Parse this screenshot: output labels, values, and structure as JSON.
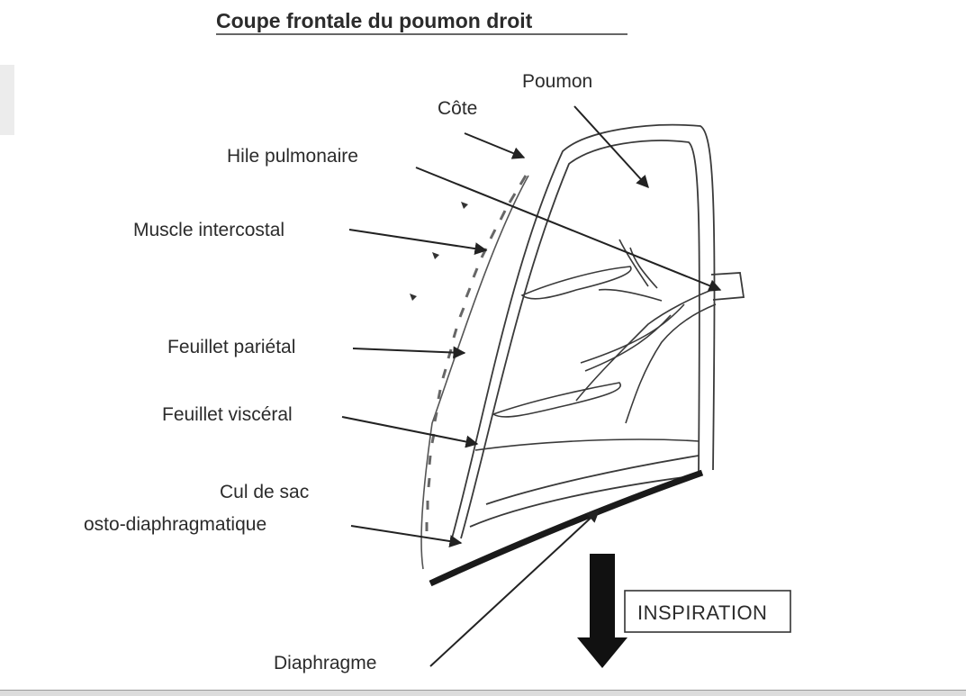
{
  "title": "Coupe frontale du poumon droit",
  "labels": {
    "poumon": "Poumon",
    "cote": "Côte",
    "hile": "Hile pulmonaire",
    "muscle": "Muscle intercostal",
    "parietal": "Feuillet pariétal",
    "visceral": "Feuillet viscéral",
    "cul_de_sac_1": "Cul de sac",
    "cul_de_sac_2": "osto-diaphragmatique",
    "diaphragme": "Diaphragme"
  },
  "inspiration": "INSPIRATION"
}
